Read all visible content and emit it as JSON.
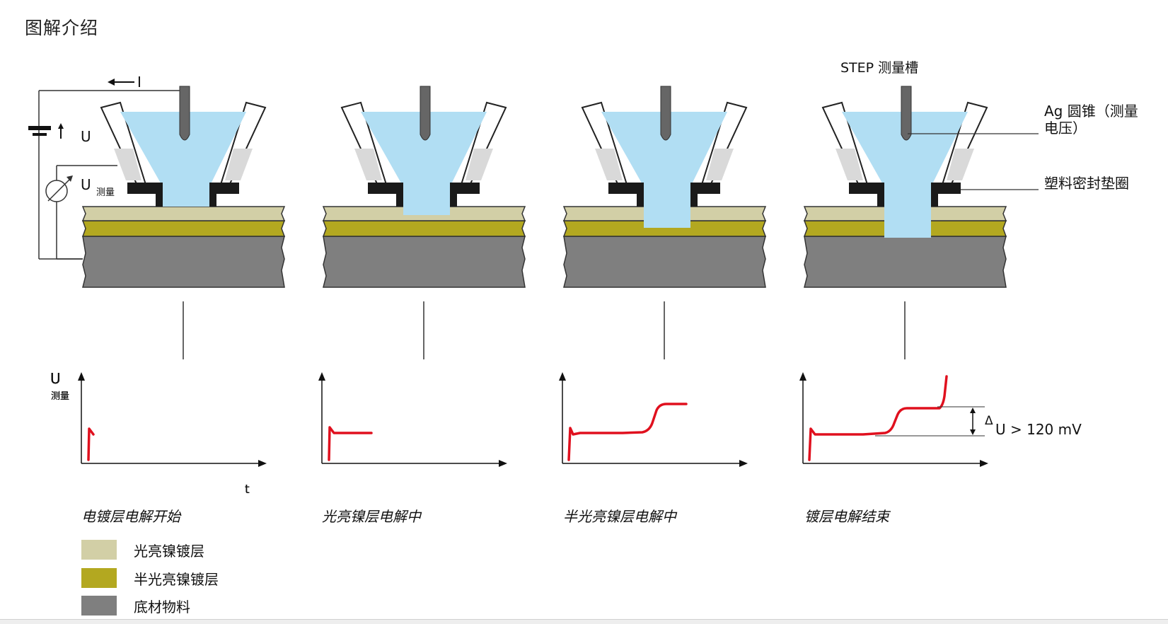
{
  "page_title": "图解介绍",
  "labels": {
    "current": "I",
    "voltage": "U",
    "measured_voltage_main": "U",
    "measured_voltage_sub": "测量",
    "cell_name": "STEP 测量槽",
    "ag_cone_line1": "Ag 圆锥（测量",
    "ag_cone_line2": "电压）",
    "seal": "塑料密封垫圈"
  },
  "graph_labels": {
    "y_main": "U",
    "y_sub": "测量",
    "x": "t",
    "delta_prefix": "Δ",
    "delta_text": "U > 120 mV"
  },
  "stages": [
    {
      "caption": "电镀层电解开始",
      "hole_depth": "none"
    },
    {
      "caption": "光亮镍层电解中",
      "hole_depth": "bright-nickel"
    },
    {
      "caption": "半光亮镍层电解中",
      "hole_depth": "semi-bright-nickel"
    },
    {
      "caption": "镀层电解结束",
      "hole_depth": "substrate"
    }
  ],
  "legend": [
    {
      "label": "光亮镍镀层",
      "color": "#d2cfa6"
    },
    {
      "label": "半光亮镍镀层",
      "color": "#b3a820"
    },
    {
      "label": "底材物料",
      "color": "#7f7f7f"
    }
  ],
  "colors": {
    "electrolyte": "#b1def3",
    "electrode": "#666666",
    "gasket": "#1a1a1a",
    "curve": "#e0101e",
    "substrate": "#7f7f7f",
    "bright_nickel": "#d2cfa6",
    "semi_bright_nickel": "#b3a820"
  }
}
